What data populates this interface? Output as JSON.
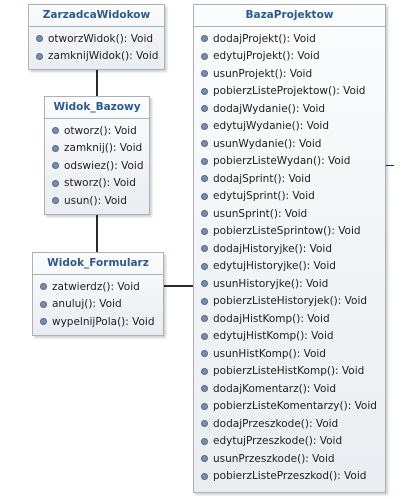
{
  "classes": {
    "zarzadca": {
      "name": "ZarzadcaWidokow",
      "operations": [
        "otworzWidok(): Void",
        "zamknijWidok(): Void"
      ]
    },
    "bazowy": {
      "name": "Widok_Bazowy",
      "operations": [
        "otworz(): Void",
        "zamknij(): Void",
        "odswiez(): Void",
        "stworz(): Void",
        "usun(): Void"
      ]
    },
    "formularz": {
      "name": "Widok_Formularz",
      "operations": [
        "zatwierdz(): Void",
        "anuluj(): Void",
        "wypelnijPola(): Void"
      ]
    },
    "baza": {
      "name": "BazaProjektow",
      "operations": [
        "dodajProjekt(): Void",
        "edytujProjekt(): Void",
        "usunProjekt(): Void",
        "pobierzListeProjektow(): Void",
        "dodajWydanie(): Void",
        "edytujWydanie(): Void",
        "usunWydanie(): Void",
        "pobierzListeWydan(): Void",
        "dodajSprint(): Void",
        "edytujSprint(): Void",
        "usunSprint(): Void",
        "pobierzListeSprintow(): Void",
        "dodajHistoryjke(): Void",
        "edytujHistoryjke(): Void",
        "usunHistoryjke(): Void",
        "pobierzListeHistoryjek(): Void",
        "dodajHistKomp(): Void",
        "edytujHistKomp(): Void",
        "usunHistKomp(): Void",
        "pobierzListeHistKomp(): Void",
        "dodajKomentarz(): Void",
        "pobierzListeKomentarzy(): Void",
        "dodajPrzeszkode(): Void",
        "edytujPrzeszkode(): Void",
        "usunPrzeszkode(): Void",
        "pobierzListePrzeszkod(): Void"
      ]
    }
  },
  "colors": {
    "class_name": "#2d5a8e",
    "border": "#a9b1bb",
    "operation_marker": "#7a8ea8",
    "connector": "#2b2b2b"
  },
  "icons": {
    "operation": "operation-icon"
  }
}
